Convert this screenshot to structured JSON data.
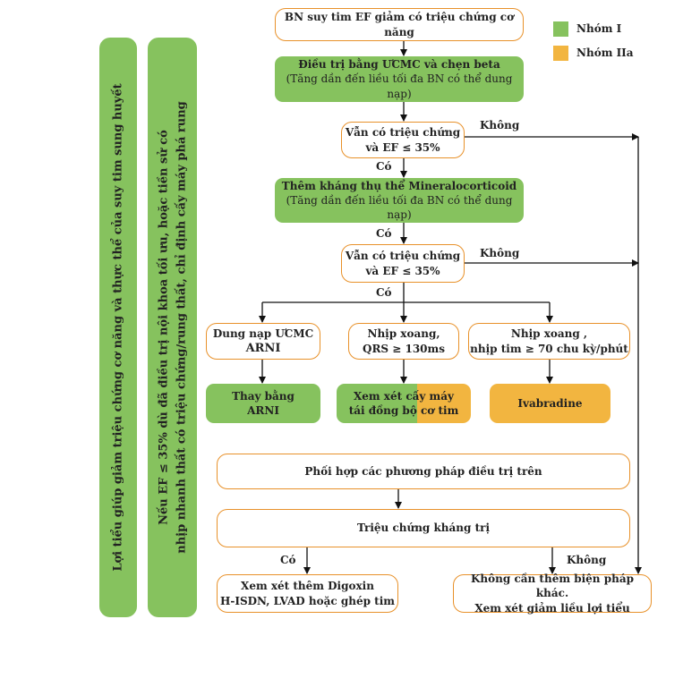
{
  "legend": {
    "group1": {
      "label": "Nhóm I",
      "color": "#86c25e"
    },
    "group2a": {
      "label": "Nhóm IIa",
      "color": "#f2b540"
    }
  },
  "side_bars": {
    "left": "Lợi tiểu giúp giảm triệu chứng cơ năng và thực thể của suy tim sung huyết",
    "right_line1": "Nếu EF ≤ 35% dù đã điều trị nội khoa tối ưu, hoặc tiền sử có",
    "right_line2": "nhịp nhanh thất có triệu chứng/rung thất, chỉ định cấy máy phá rung"
  },
  "nodes": {
    "start": "BN suy tim EF giảm có triệu chứng cơ năng",
    "acei_title": "Điều trị bằng ƯCMC và chẹn beta",
    "acei_sub": "(Tăng dần đến liều tối đa BN có thể dung nạp)",
    "check1_line1": "Vẫn có triệu chứng",
    "check1_line2": "và EF ≤ 35%",
    "mra_title": "Thêm kháng thụ thể Mineralocorticoid",
    "mra_sub": "(Tăng dần đến liều tối đa BN có thể dung nạp)",
    "check2_line1": "Vẫn có triệu chứng",
    "check2_line2": "và EF ≤ 35%",
    "branch1_line1": "Dung nạp ƯCMC",
    "branch1_line2": "ARNI",
    "branch2_line1": "Nhịp xoang,",
    "branch2_line2": "QRS ≥ 130ms",
    "branch3_line1": "Nhịp xoang ,",
    "branch3_line2": "nhịp tim ≥ 70 chu kỳ/phút",
    "action1_line1": "Thay bằng",
    "action1_line2": "ARNI",
    "action2_line1": "Xem xét cấy máy",
    "action2_line2": "tái đồng bộ cơ tim",
    "action3": "Ivabradine",
    "combine": "Phối hợp các phương pháp điều trị trên",
    "refractory": "Triệu chứng kháng trị",
    "final_yes_line1": "Xem xét thêm Digoxin",
    "final_yes_line2": "H-ISDN, LVAD hoặc ghép tim",
    "final_no_line1": "Không cần thêm biện pháp khác.",
    "final_no_line2": "Xem xét giảm liều lợi tiểu"
  },
  "edge_labels": {
    "no1": "Không",
    "yes1": "Có",
    "yes2": "Có",
    "no2": "Không",
    "yes3": "Có",
    "yes4": "Có",
    "no3": "Không"
  }
}
